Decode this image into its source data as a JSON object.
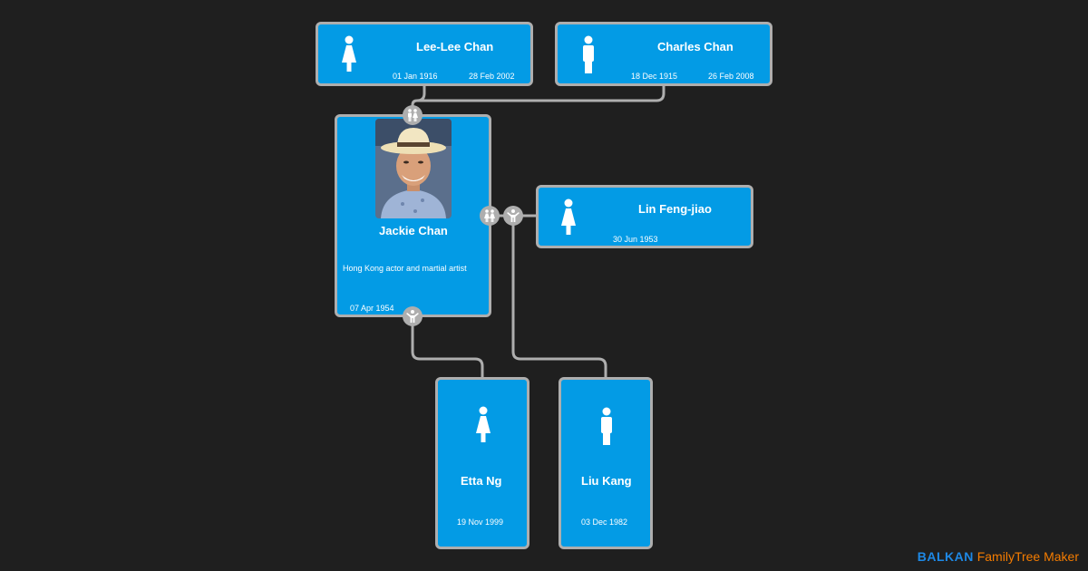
{
  "nodes": {
    "lee_lee": {
      "name": "Lee-Lee Chan",
      "birth": "01 Jan 1916",
      "death": "28 Feb 2002",
      "gender": "female"
    },
    "charles": {
      "name": "Charles Chan",
      "birth": "18 Dec 1915",
      "death": "26 Feb 2008",
      "gender": "male"
    },
    "jackie": {
      "name": "Jackie Chan",
      "description": "Hong Kong actor and martial artist",
      "birth": "07 Apr 1954",
      "gender": "male"
    },
    "lin": {
      "name": "Lin Feng-jiao",
      "birth": "30 Jun 1953",
      "gender": "female"
    },
    "etta": {
      "name": "Etta Ng",
      "birth": "19 Nov 1999",
      "gender": "female"
    },
    "liu": {
      "name": "Liu Kang",
      "birth": "03 Dec 1982",
      "gender": "male"
    }
  },
  "colors": {
    "background": "#1f1f1f",
    "node_fill": "#039be5",
    "node_border": "#aeaeae",
    "link": "#aeaeae",
    "brand_blue": "#1e88e5",
    "brand_orange": "#f57c00"
  },
  "icons": {
    "female": "female-person-icon",
    "male": "male-person-icon",
    "parents_badge": "parents-icon",
    "partner_badge": "couple-icon",
    "children_badge": "child-icon"
  },
  "branding": {
    "brand": "BALKAN",
    "product": "FamilyTree Maker"
  }
}
